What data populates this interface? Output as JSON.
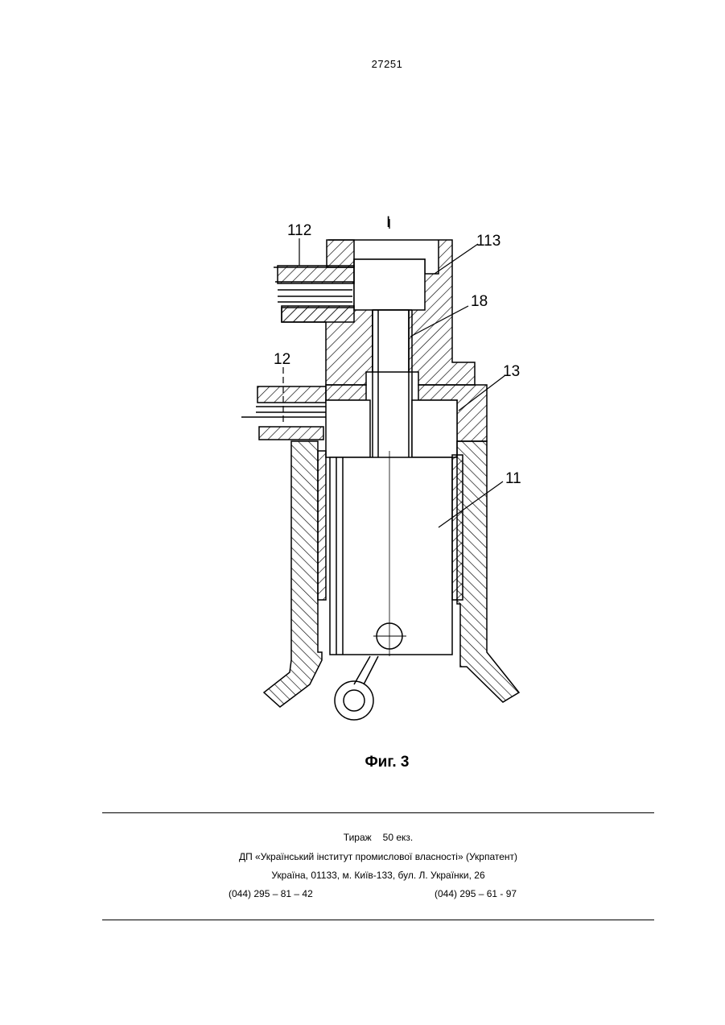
{
  "header": {
    "page_number": "27251"
  },
  "figure": {
    "labels": {
      "top_mark": "I",
      "l112": "112",
      "l113": "113",
      "l18": "18",
      "l12": "12",
      "l13": "13",
      "l11": "11"
    },
    "caption": "Фиг. 3"
  },
  "footer": {
    "circulation_label": "Тираж",
    "circulation_value": "50 екз.",
    "publisher": "ДП «Український інститут промислової власності» (Укрпатент)",
    "address": "Україна, 01133, м. Київ-133, бул. Л. Українки, 26",
    "phone_1": "(044) 295 – 81 – 42",
    "phone_2": "(044) 295 – 61 - 97"
  }
}
